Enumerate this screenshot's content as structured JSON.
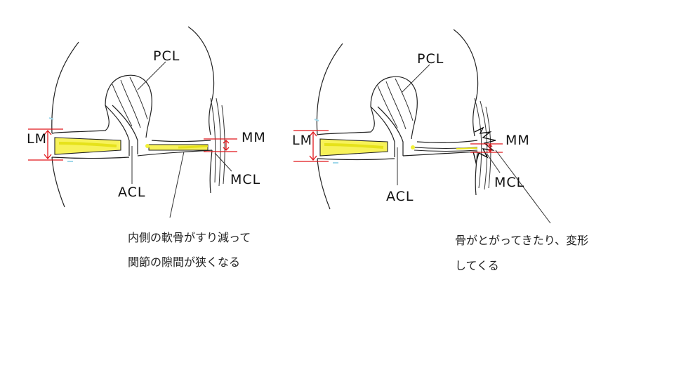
{
  "labels": {
    "pcl": "PCL",
    "acl": "ACL",
    "mm": "MM",
    "mcl": "MCL",
    "lm": "LM"
  },
  "captions": {
    "left_line1": "内側の軟骨がすり減って",
    "left_line2": "関節の隙間が狭くなる",
    "right_line1": "骨がとがってきたり、変形",
    "right_line2": "してくる"
  },
  "colors": {
    "cartilage": "#f2f03a",
    "meniscus_fill": "#f7f25a",
    "measure": "#e0161b",
    "outline": "#222222",
    "accent": "#9fd8ea"
  }
}
